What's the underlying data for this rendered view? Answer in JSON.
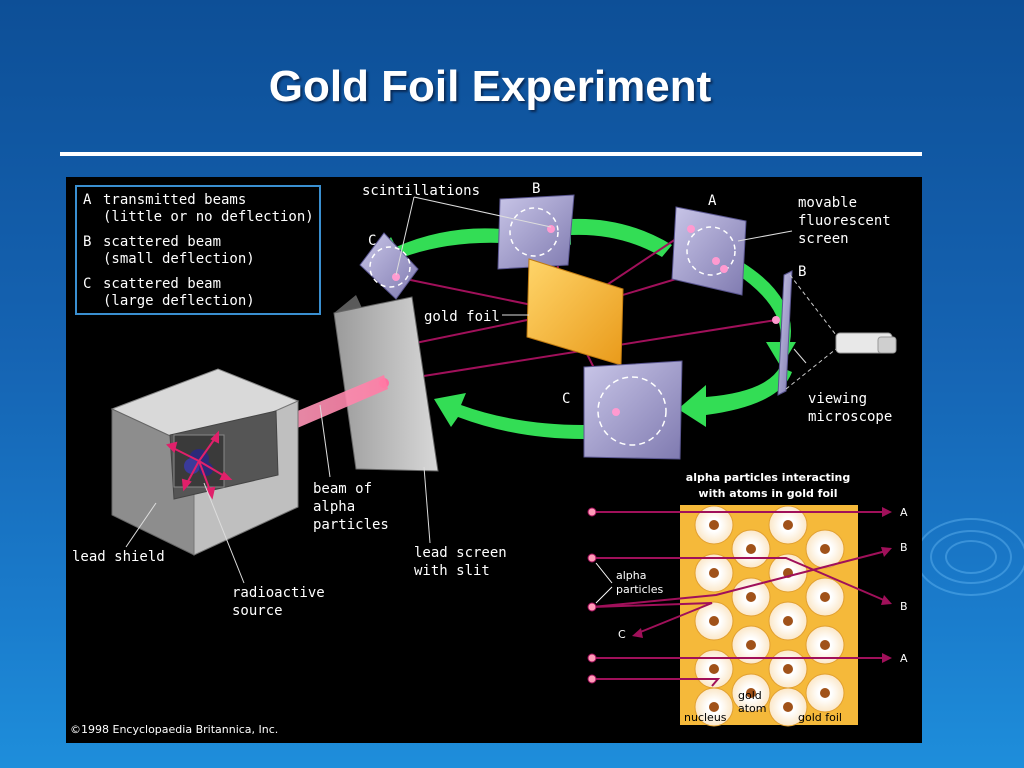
{
  "slide": {
    "title": "Gold Foil Experiment"
  },
  "legend": {
    "a_letter": "A",
    "a_line1": "transmitted beams",
    "a_line2": "(little or no deflection)",
    "b_letter": "B",
    "b_line1": "scattered beam",
    "b_line2": "(small deflection)",
    "c_letter": "C",
    "c_line1": "scattered beam",
    "c_line2": "(large deflection)"
  },
  "apparatus": {
    "scintillations": "scintillations",
    "screen_a": "A",
    "screen_b_top": "B",
    "screen_c_top": "C",
    "screen_b_right": "B",
    "screen_c_bottom": "C",
    "movable_line1": "movable",
    "movable_line2": "fluorescent",
    "movable_line3": "screen",
    "gold_foil": "gold foil",
    "viewing_line1": "viewing",
    "viewing_line2": "microscope",
    "beam_line1": "beam of",
    "beam_line2": "alpha",
    "beam_line3": "particles",
    "lead_shield": "lead shield",
    "lead_screen_line1": "lead screen",
    "lead_screen_line2": "with slit",
    "source_line1": "radioactive",
    "source_line2": "source"
  },
  "inset": {
    "title_line1": "alpha particles interacting",
    "title_line2": "with atoms in gold foil",
    "alpha_line1": "alpha",
    "alpha_line2": "particles",
    "label_a1": "A",
    "label_b1": "B",
    "label_b2": "B",
    "label_c": "C",
    "label_a2": "A",
    "gold_atom_line1": "gold",
    "gold_atom_line2": "atom",
    "nucleus": "nucleus",
    "gold_foil": "gold foil"
  },
  "credit": "©1998 Encyclopaedia Britannica, Inc.",
  "colors": {
    "background_top": "#0d4f97",
    "background_bottom": "#1e8edb",
    "beam": "#a0105a",
    "arrow_green": "#33dd55",
    "foil": "#f5b93a",
    "legend_border": "#3a8fd0"
  }
}
